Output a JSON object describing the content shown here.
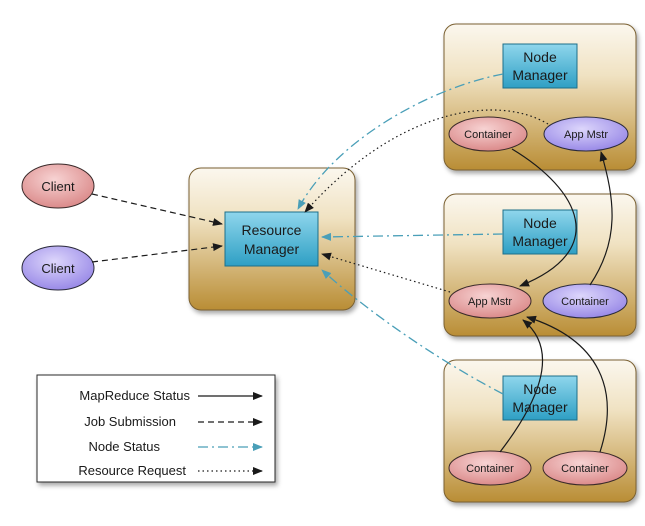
{
  "diagram": {
    "resource_manager": {
      "line1": "Resource",
      "line2": "Manager"
    },
    "clients": [
      {
        "label": "Client",
        "color": "#e8a8a8"
      },
      {
        "label": "Client",
        "color": "#b3a6f0"
      }
    ],
    "nodes": [
      {
        "manager": {
          "line1": "Node",
          "line2": "Manager"
        },
        "left": {
          "label": "Container",
          "kind": "container"
        },
        "right": {
          "label": "App Mstr",
          "kind": "app-master"
        }
      },
      {
        "manager": {
          "line1": "Node",
          "line2": "Manager"
        },
        "left": {
          "label": "App Mstr",
          "kind": "app-master"
        },
        "right": {
          "label": "Container",
          "kind": "container"
        }
      },
      {
        "manager": {
          "line1": "Node",
          "line2": "Manager"
        },
        "left": {
          "label": "Container",
          "kind": "container"
        },
        "right": {
          "label": "Container",
          "kind": "container"
        }
      }
    ]
  },
  "legend": {
    "items": [
      {
        "label": "MapReduce Status",
        "style": "solid"
      },
      {
        "label": "Job Submission",
        "style": "dashed"
      },
      {
        "label": "Node Status",
        "style": "dash-dot"
      },
      {
        "label": "Resource Request",
        "style": "dotted"
      }
    ]
  },
  "colors": {
    "box_gradient_top": "#fbf7ee",
    "box_gradient_bottom": "#b98d35",
    "manager_fill": "#4ab3d3",
    "node_status_line": "#4a9fb8",
    "container_fill": "#e39a9a",
    "app_master_fill": "#a89aee"
  }
}
